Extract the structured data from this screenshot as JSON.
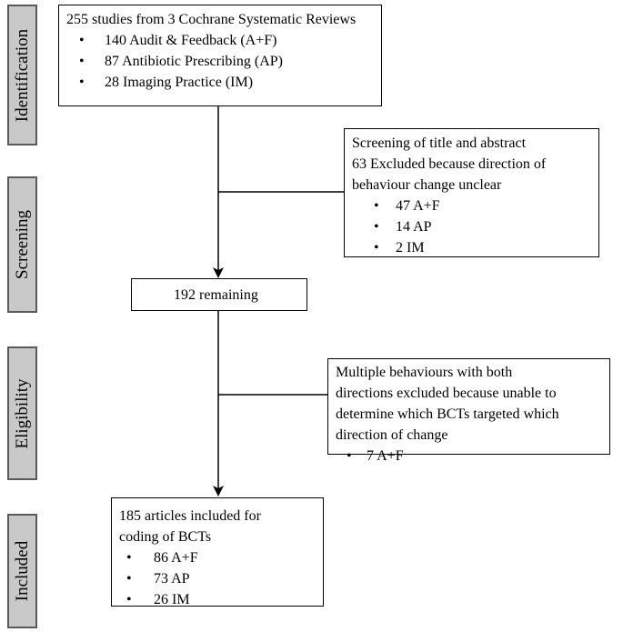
{
  "phases": [
    {
      "id": "identification",
      "label": "Identification"
    },
    {
      "id": "screening",
      "label": "Screening"
    },
    {
      "id": "eligibility",
      "label": "Eligibility"
    },
    {
      "id": "included",
      "label": "Included"
    }
  ],
  "boxes": {
    "identification": {
      "title": "255 studies from 3 Cochrane Systematic Reviews",
      "items": [
        "140 Audit & Feedback (A+F)",
        "87 Antibiotic Prescribing (AP)",
        "28 Imaging Practice (IM)"
      ]
    },
    "screening_exclusion": {
      "lines": [
        "Screening of title and abstract",
        "63 Excluded because direction of",
        "behaviour change unclear"
      ],
      "items": [
        "47 A+F",
        "14 AP",
        "2 IM"
      ]
    },
    "remaining": {
      "text": "192 remaining"
    },
    "eligibility_exclusion": {
      "lines": [
        "Multiple behaviours with both",
        "directions excluded because unable to",
        "determine which BCTs targeted which",
        "direction of change"
      ],
      "items": [
        "7 A+F"
      ]
    },
    "included": {
      "lines": [
        "185 articles included for",
        "coding of BCTs"
      ],
      "items": [
        "86 A+F",
        "73 AP",
        "26 IM"
      ]
    }
  }
}
